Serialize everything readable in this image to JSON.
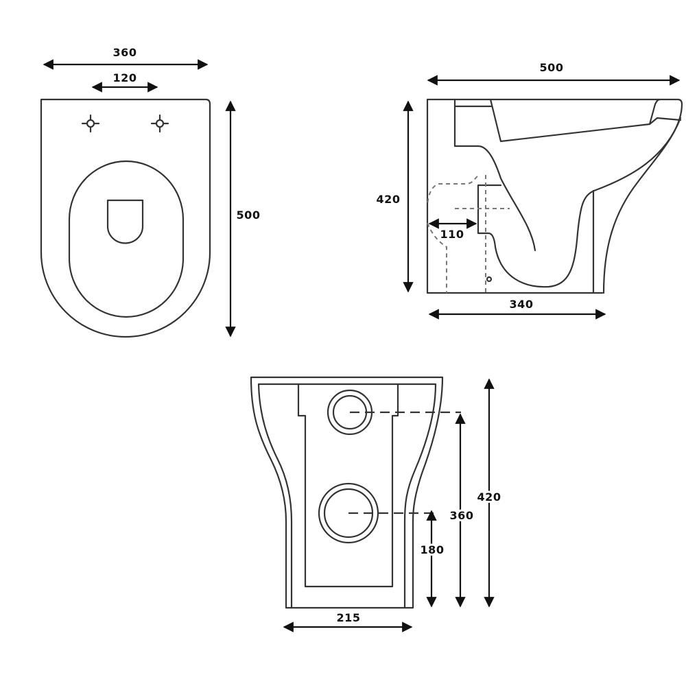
{
  "views": {
    "top": {
      "overall_width": "360",
      "fixing_centres": "120",
      "overall_length": "500"
    },
    "side": {
      "overall_length": "500",
      "height": "420",
      "waste_offset": "110",
      "base_length": "340"
    },
    "rear": {
      "base_width": "215",
      "lower_outlet_height": "180",
      "upper_outlet_height": "360",
      "height": "420"
    }
  },
  "colors": {
    "line": "#333333",
    "dimension": "#111111",
    "background": "#ffffff"
  }
}
